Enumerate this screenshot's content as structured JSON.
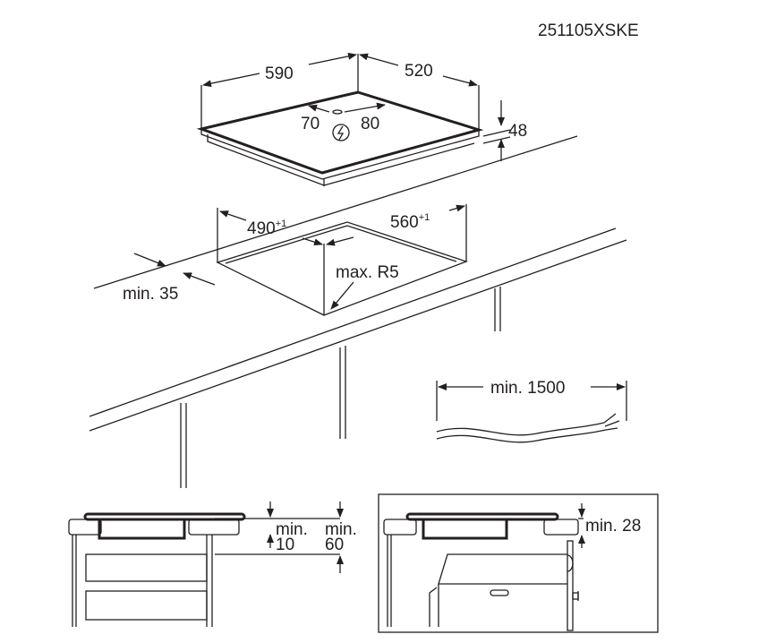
{
  "model_code": "251105XSKE",
  "hob": {
    "width": "590",
    "depth": "520",
    "height": "48",
    "conn_left": "70",
    "conn_right": "80"
  },
  "cutout": {
    "width": "490",
    "width_tol": "+1",
    "depth": "560",
    "depth_tol": "+1",
    "front_margin": "min. 35",
    "radius": "max. R5"
  },
  "cable": {
    "length": "min. 1500"
  },
  "section_left": {
    "label1_top": "min.",
    "label1_val": "10",
    "label2_top": "min.",
    "label2_val": "60"
  },
  "section_right": {
    "label": "min. 28"
  },
  "icons": [
    "power-connection-icon"
  ]
}
